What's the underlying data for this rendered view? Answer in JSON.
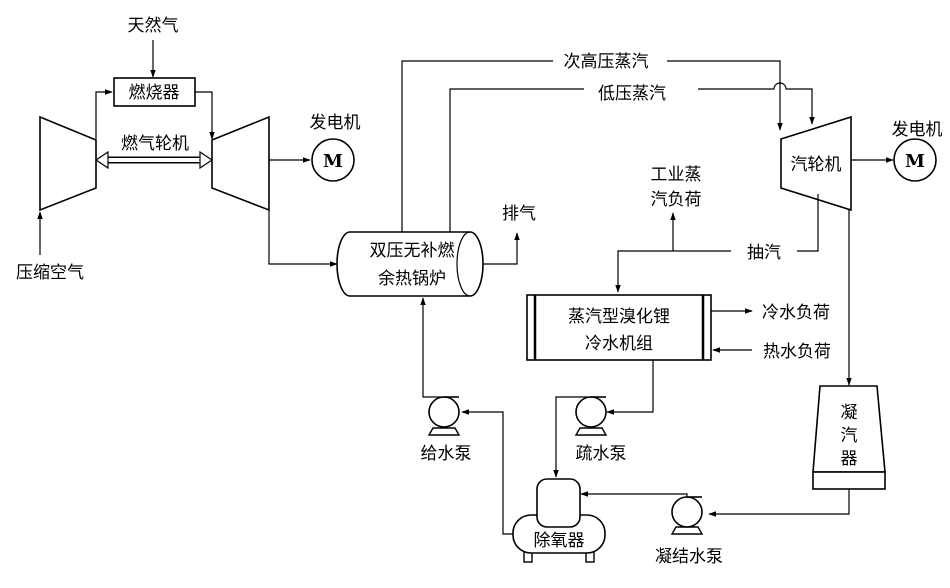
{
  "labels": {
    "natural_gas": "天然气",
    "combustor": "燃烧器",
    "gas_turbine": "燃气轮机",
    "compressed_air": "压缩空气",
    "generator_left": "发电机",
    "generator_right": "发电机",
    "motor_symbol": "M",
    "sub_high_pressure_steam": "次高压蒸汽",
    "low_pressure_steam": "低压蒸汽",
    "steam_turbine": "汽轮机",
    "exhaust": "排气",
    "hrsg_line1": "双压无补燃",
    "hrsg_line2": "余热锅炉",
    "industrial_steam_line1": "工业蒸",
    "industrial_steam_line2": "汽负荷",
    "extraction_steam": "抽汽",
    "chiller_line1": "蒸汽型溴化锂",
    "chiller_line2": "冷水机组",
    "cold_water_load": "冷水负荷",
    "hot_water_load": "热水负荷",
    "condenser_char1": "凝",
    "condenser_char2": "汽",
    "condenser_char3": "器",
    "feed_water_pump": "给水泵",
    "drain_pump": "疏水泵",
    "deaerator": "除氧器",
    "condensate_pump": "凝结水泵"
  }
}
